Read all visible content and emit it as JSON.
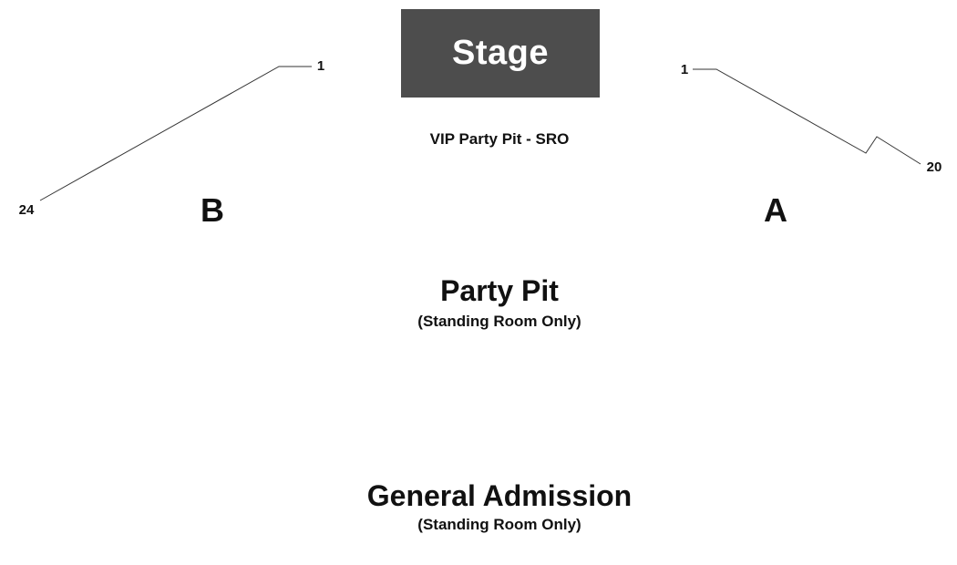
{
  "stage": {
    "label": "Stage",
    "color": "#4d4d4d"
  },
  "areas": {
    "vip": "VIP Party Pit - SRO",
    "party_pit": {
      "title": "Party Pit",
      "subtitle": "(Standing Room Only)"
    },
    "general_admission": {
      "title": "General Admission",
      "subtitle": "(Standing Room Only)"
    }
  },
  "sections": {
    "b": {
      "label": "B",
      "row_first": "1",
      "row_last": "24"
    },
    "a": {
      "label": "A",
      "row_first": "1",
      "row_last": "20"
    }
  }
}
